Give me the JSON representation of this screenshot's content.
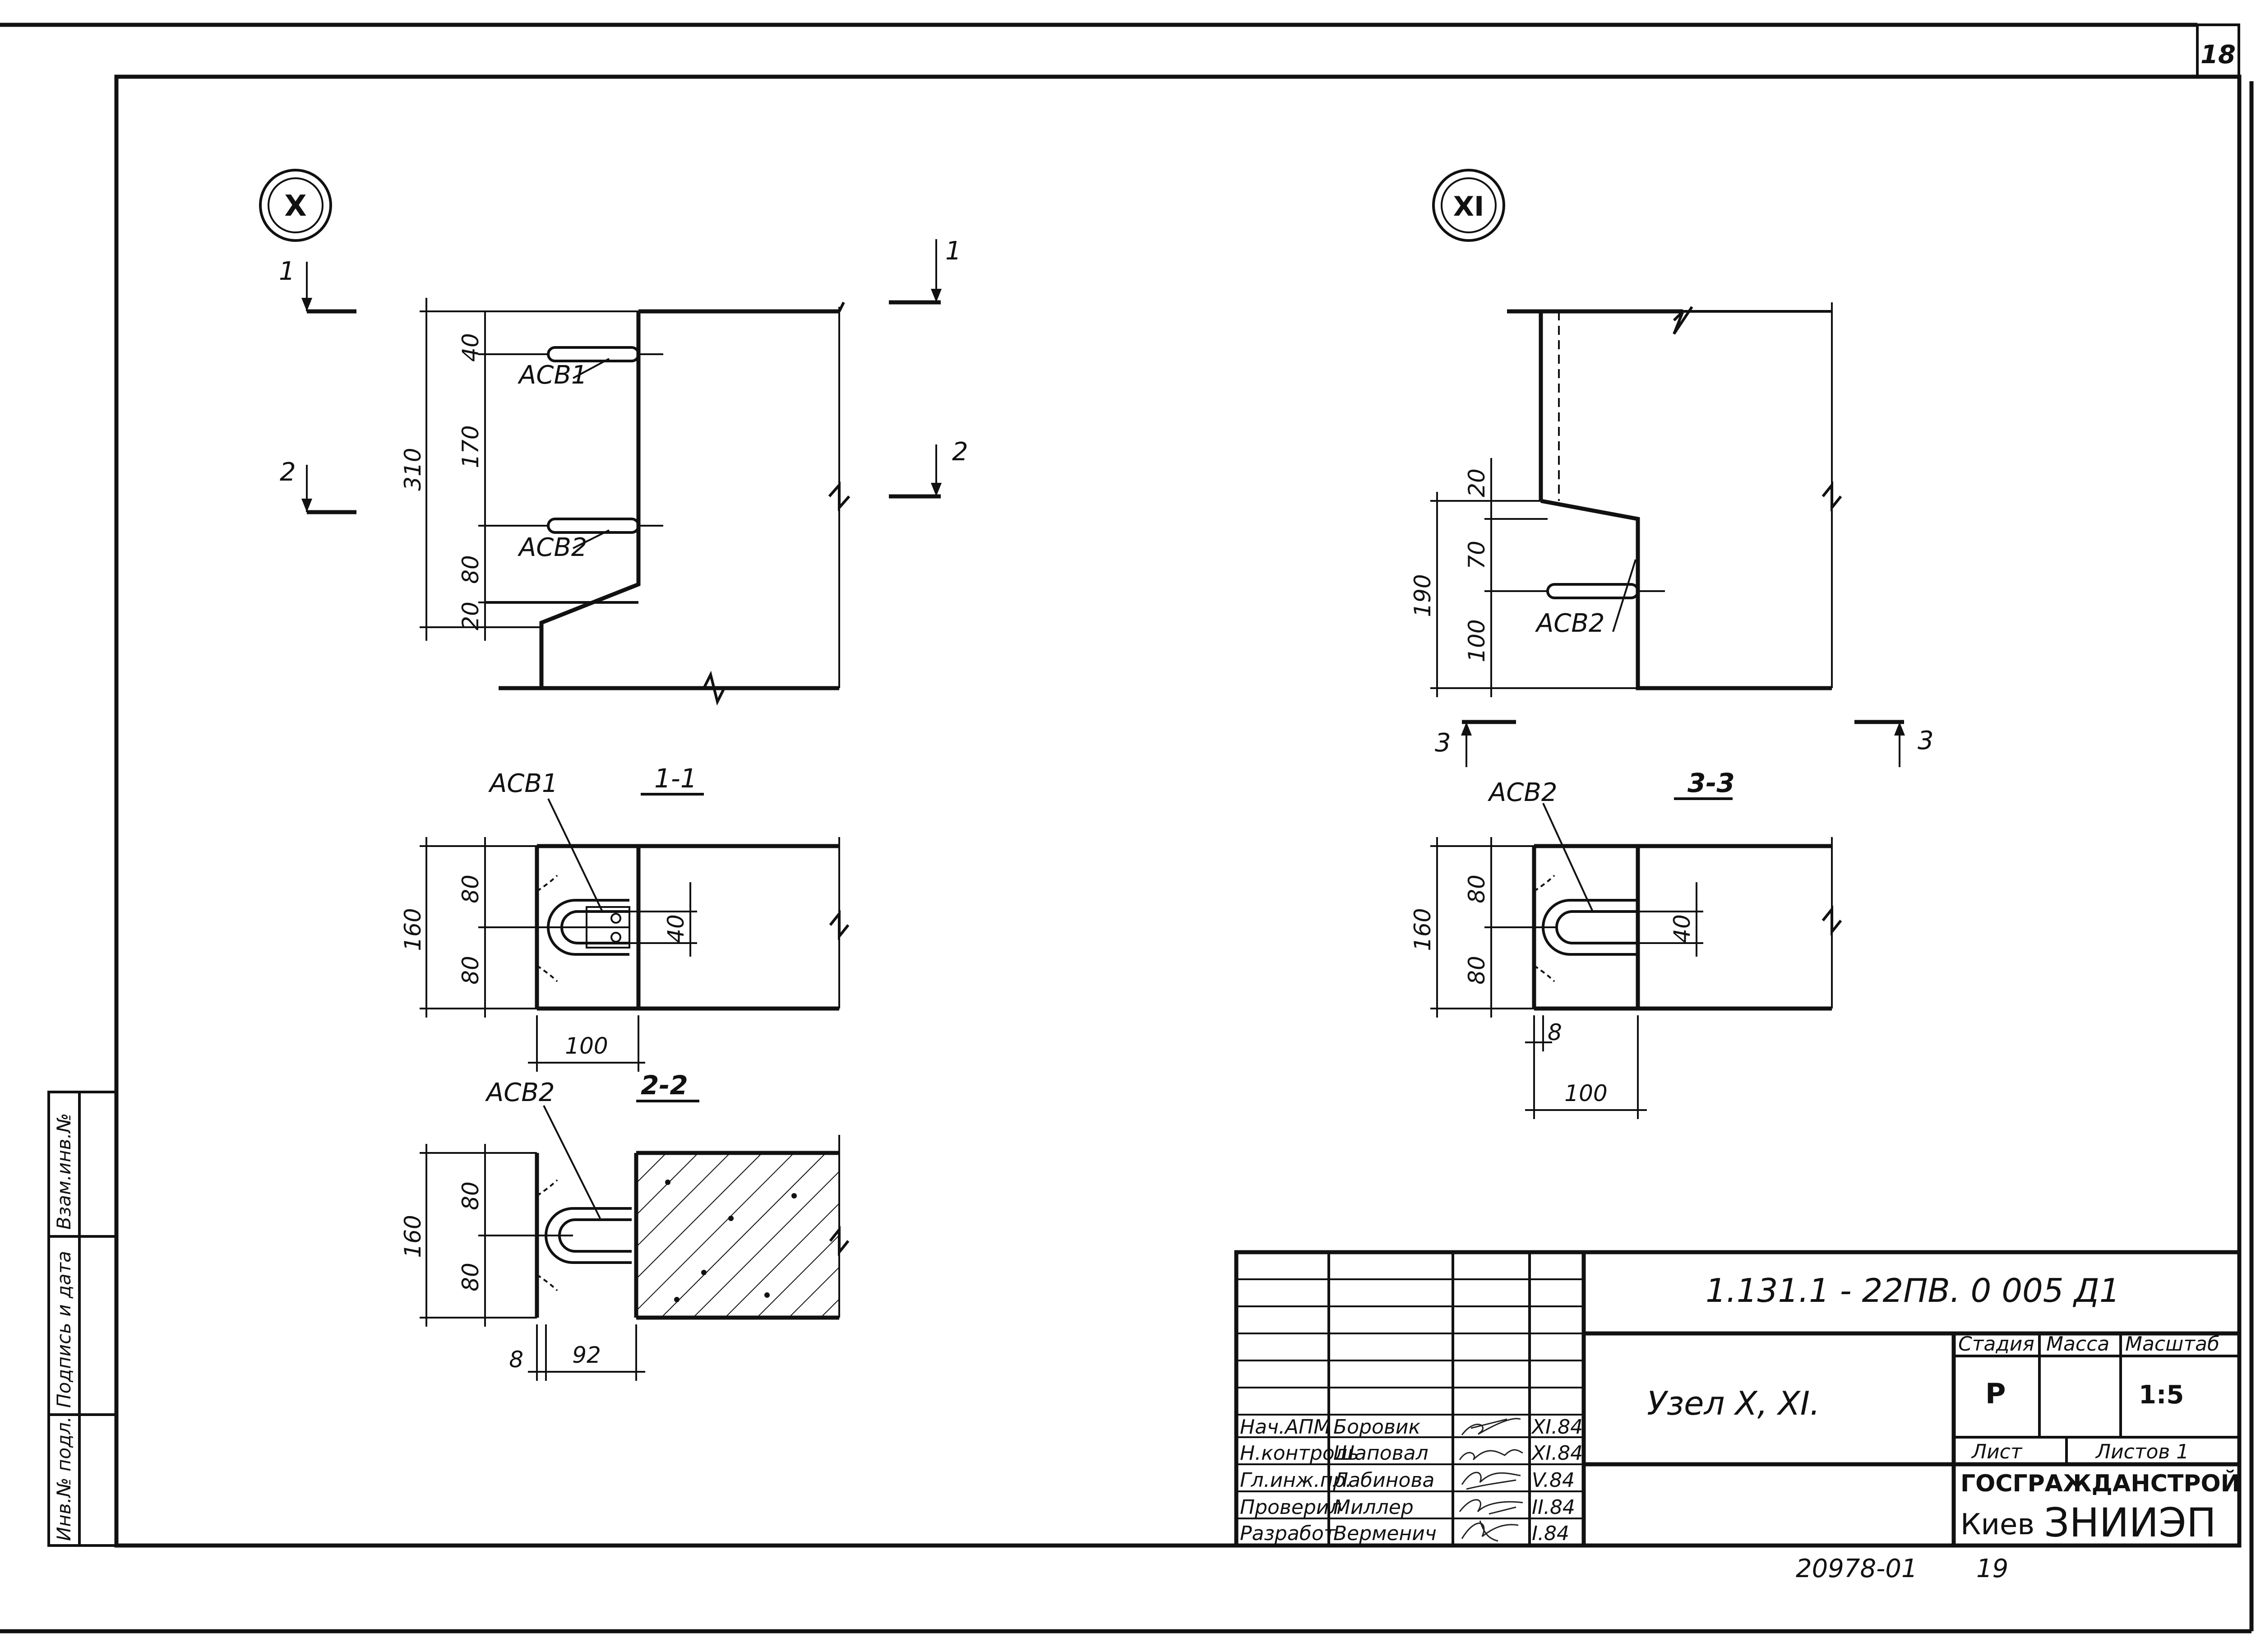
{
  "sheet": {
    "page_number": "18",
    "stamp_code": "20978-01",
    "stamp_page": "19"
  },
  "side_stamp": {
    "inv_podl": "Инв.№ подл.",
    "podpis_data": "Подпись и дата",
    "vzam_inv": "Взам.инв.№"
  },
  "node_x": {
    "marker": "X",
    "dims": [
      "40",
      "170",
      "80",
      "20",
      "310"
    ],
    "labels": [
      "АСВ1",
      "АСВ2"
    ],
    "section_marks": [
      "1",
      "1",
      "2",
      "2"
    ]
  },
  "section_1_1": {
    "title": "1-1",
    "label": "АСВ1",
    "dims": [
      "80",
      "80",
      "160",
      "40",
      "100"
    ]
  },
  "section_2_2": {
    "title": "2-2",
    "label": "АСВ2",
    "dims": [
      "80",
      "80",
      "160",
      "8",
      "92"
    ]
  },
  "node_xi": {
    "marker": "XI",
    "dims": [
      "20",
      "70",
      "100",
      "190"
    ],
    "labels": [
      "АСВ2"
    ],
    "section_marks": [
      "3",
      "3"
    ]
  },
  "section_3_3": {
    "title": "3-3",
    "label": "АСВ2",
    "dims": [
      "80",
      "80",
      "160",
      "40",
      "8",
      "100"
    ]
  },
  "title_block": {
    "doc_code": "1.131.1 - 22ПВ. 0 005 Д1",
    "title": "Узел X, XI.",
    "stage_header": "Стадия",
    "mass_header": "Масса",
    "scale_header": "Масштаб",
    "stage": "Р",
    "scale": "1:5",
    "sheet_label": "Лист",
    "sheets_label": "Листов 1",
    "org_line1": "ГОСГРАЖДАНСТРОЙ",
    "org_line2_city": "Киев",
    "org_line2_name": "ЗНИИЭП",
    "staff": [
      {
        "role": "Нач.АПМ",
        "name": "Боровик",
        "date": "XI.84"
      },
      {
        "role": "Н.контроль",
        "name": "Шаповал",
        "date": "XI.84"
      },
      {
        "role": "Гл.инж.пр.",
        "name": "Лабинова",
        "date": "V.84"
      },
      {
        "role": "Проверил",
        "name": "Миллер",
        "date": "II.84"
      },
      {
        "role": "Разработ",
        "name": "Верменич",
        "date": "I.84"
      }
    ]
  }
}
